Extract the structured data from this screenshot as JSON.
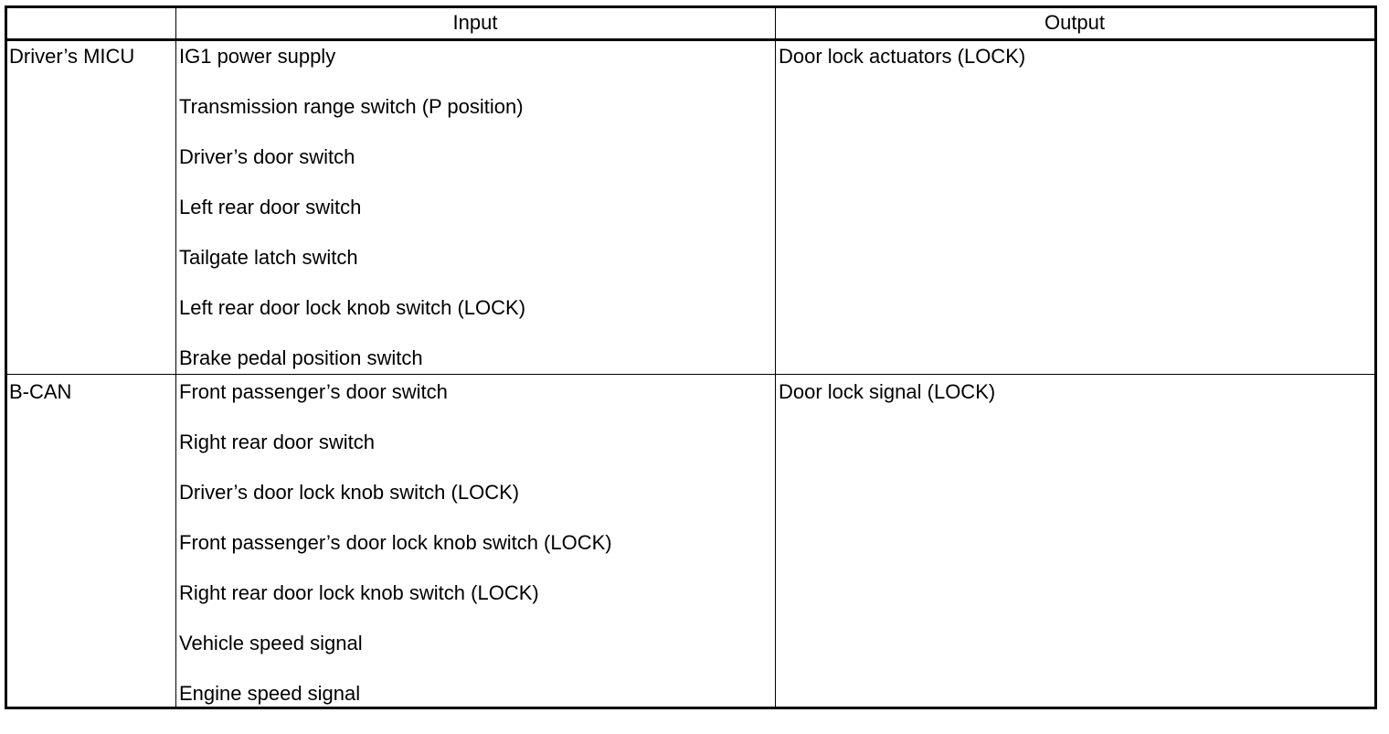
{
  "table": {
    "headers": {
      "corner": "",
      "input": "Input",
      "output": "Output"
    },
    "rows": [
      {
        "source": "Driver’s MICU",
        "inputs": [
          "IG1 power supply",
          "Transmission range switch (P position)",
          "Driver’s door switch",
          "Left rear door switch",
          "Tailgate latch switch",
          "Left rear door lock knob switch (LOCK)",
          "Brake pedal position switch"
        ],
        "output": "Door lock actuators (LOCK)"
      },
      {
        "source": "B-CAN",
        "inputs": [
          "Front passenger’s door switch",
          "Right rear door switch",
          "Driver’s door lock knob switch (LOCK)",
          "Front passenger’s door lock knob switch (LOCK)",
          "Right rear door lock knob switch (LOCK)",
          "Vehicle speed signal",
          "Engine speed signal"
        ],
        "output": "Door lock signal (LOCK)"
      }
    ]
  }
}
